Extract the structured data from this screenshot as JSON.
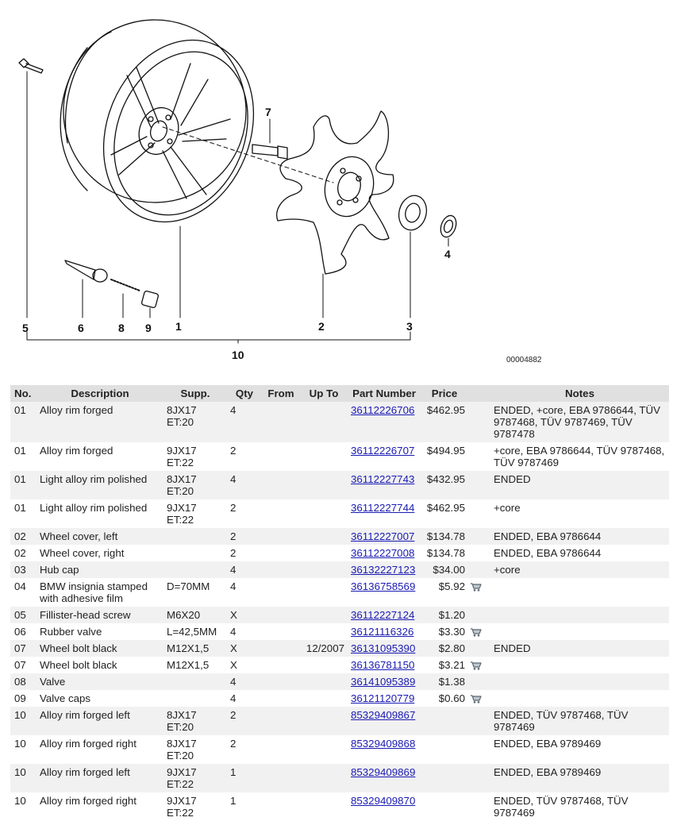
{
  "diagram": {
    "code": "00004882",
    "callouts": [
      "1",
      "2",
      "3",
      "4",
      "5",
      "6",
      "7",
      "8",
      "9",
      "10"
    ]
  },
  "table": {
    "headers": {
      "no": "No.",
      "desc": "Description",
      "supp": "Supp.",
      "qty": "Qty",
      "from": "From",
      "upto": "Up To",
      "part": "Part Number",
      "price": "Price",
      "notes": "Notes"
    },
    "rows": [
      {
        "no": "01",
        "desc": "Alloy rim forged",
        "supp": "8JX17 ET:20",
        "qty": "4",
        "from": "",
        "upto": "",
        "part": "36112226706",
        "price": "$462.95",
        "cart": false,
        "notes": "ENDED, +core, EBA 9786644, TÜV 9787468, TÜV 9787469, TÜV 9787478"
      },
      {
        "no": "01",
        "desc": "Alloy rim forged",
        "supp": "9JX17 ET:22",
        "qty": "2",
        "from": "",
        "upto": "",
        "part": "36112226707",
        "price": "$494.95",
        "cart": false,
        "notes": "+core, EBA 9786644, TÜV 9787468, TÜV 9787469"
      },
      {
        "no": "01",
        "desc": "Light alloy rim polished",
        "supp": "8JX17 ET:20",
        "qty": "4",
        "from": "",
        "upto": "",
        "part": "36112227743",
        "price": "$432.95",
        "cart": false,
        "notes": "ENDED"
      },
      {
        "no": "01",
        "desc": "Light alloy rim polished",
        "supp": "9JX17 ET:22",
        "qty": "2",
        "from": "",
        "upto": "",
        "part": "36112227744",
        "price": "$462.95",
        "cart": false,
        "notes": "+core"
      },
      {
        "no": "02",
        "desc": "Wheel cover, left",
        "supp": "",
        "qty": "2",
        "from": "",
        "upto": "",
        "part": "36112227007",
        "price": "$134.78",
        "cart": false,
        "notes": "ENDED, EBA 9786644"
      },
      {
        "no": "02",
        "desc": "Wheel cover, right",
        "supp": "",
        "qty": "2",
        "from": "",
        "upto": "",
        "part": "36112227008",
        "price": "$134.78",
        "cart": false,
        "notes": "ENDED, EBA 9786644"
      },
      {
        "no": "03",
        "desc": "Hub cap",
        "supp": "",
        "qty": "4",
        "from": "",
        "upto": "",
        "part": "36132227123",
        "price": "$34.00",
        "cart": false,
        "notes": "+core"
      },
      {
        "no": "04",
        "desc": "BMW insignia stamped with adhesive film",
        "supp": "D=70MM",
        "qty": "4",
        "from": "",
        "upto": "",
        "part": "36136758569",
        "price": "$5.92",
        "cart": true,
        "notes": ""
      },
      {
        "no": "05",
        "desc": "Fillister-head screw",
        "supp": "M6X20",
        "qty": "X",
        "from": "",
        "upto": "",
        "part": "36112227124",
        "price": "$1.20",
        "cart": false,
        "notes": ""
      },
      {
        "no": "06",
        "desc": "Rubber valve",
        "supp": "L=42,5MM",
        "qty": "4",
        "from": "",
        "upto": "",
        "part": "36121116326",
        "price": "$3.30",
        "cart": true,
        "notes": ""
      },
      {
        "no": "07",
        "desc": "Wheel bolt black",
        "supp": "M12X1,5",
        "qty": "X",
        "from": "",
        "upto": "12/2007",
        "part": "36131095390",
        "price": "$2.80",
        "cart": false,
        "notes": "ENDED"
      },
      {
        "no": "07",
        "desc": "Wheel bolt black",
        "supp": "M12X1,5",
        "qty": "X",
        "from": "",
        "upto": "",
        "part": "36136781150",
        "price": "$3.21",
        "cart": true,
        "notes": ""
      },
      {
        "no": "08",
        "desc": "Valve",
        "supp": "",
        "qty": "4",
        "from": "",
        "upto": "",
        "part": "36141095389",
        "price": "$1.38",
        "cart": false,
        "notes": ""
      },
      {
        "no": "09",
        "desc": "Valve caps",
        "supp": "",
        "qty": "4",
        "from": "",
        "upto": "",
        "part": "36121120779",
        "price": "$0.60",
        "cart": true,
        "notes": ""
      },
      {
        "no": "10",
        "desc": "Alloy rim forged left",
        "supp": "8JX17 ET:20",
        "qty": "2",
        "from": "",
        "upto": "",
        "part": "85329409867",
        "price": "",
        "cart": false,
        "notes": "ENDED, TÜV 9787468, TÜV 9787469"
      },
      {
        "no": "10",
        "desc": "Alloy rim forged right",
        "supp": "8JX17 ET:20",
        "qty": "2",
        "from": "",
        "upto": "",
        "part": "85329409868",
        "price": "",
        "cart": false,
        "notes": "ENDED, EBA 9789469"
      },
      {
        "no": "10",
        "desc": "Alloy rim forged left",
        "supp": "9JX17 ET:22",
        "qty": "1",
        "from": "",
        "upto": "",
        "part": "85329409869",
        "price": "",
        "cart": false,
        "notes": "ENDED, EBA 9789469"
      },
      {
        "no": "10",
        "desc": "Alloy rim forged right",
        "supp": "9JX17 ET:22",
        "qty": "1",
        "from": "",
        "upto": "",
        "part": "85329409870",
        "price": "",
        "cart": false,
        "notes": "ENDED, TÜV 9787468, TÜV 9787469"
      }
    ]
  }
}
